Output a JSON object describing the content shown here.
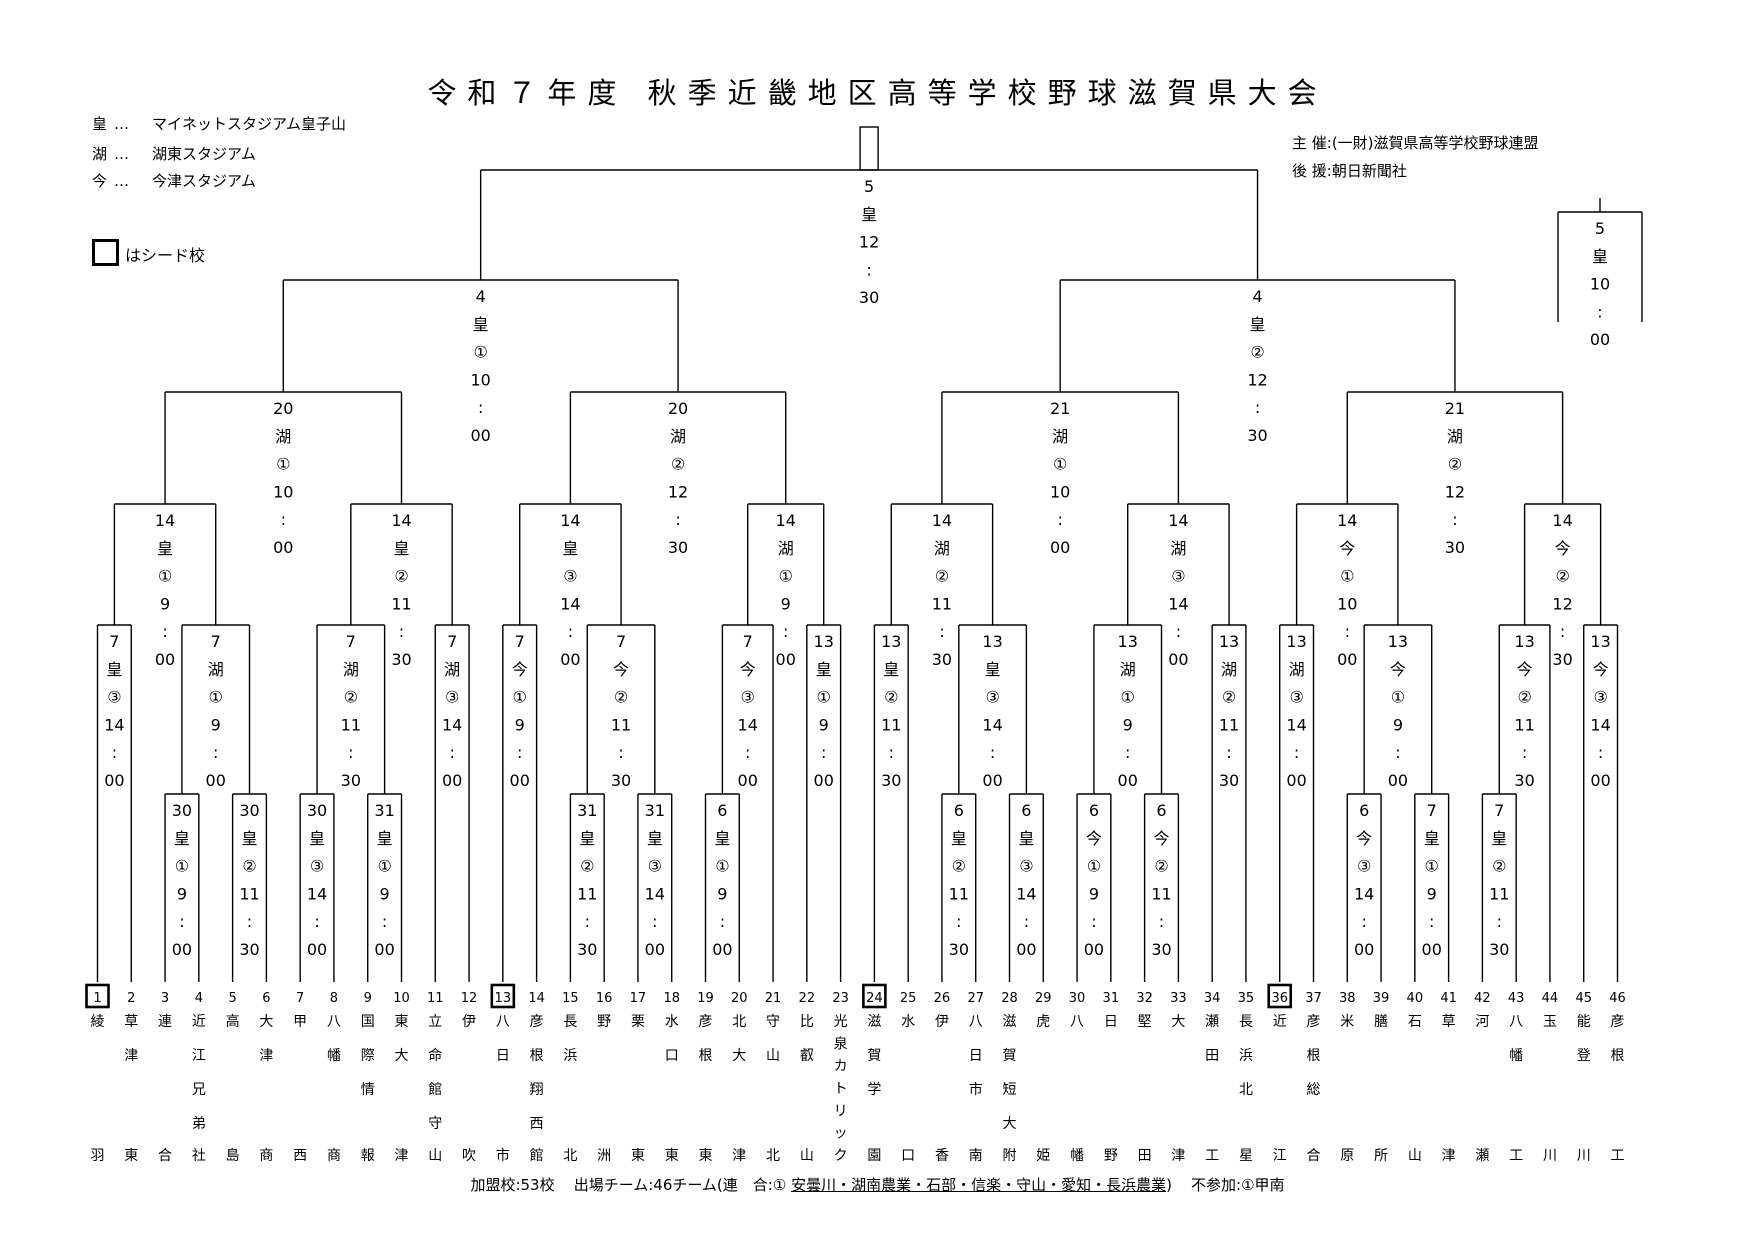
{
  "title": "令和７年度 秋季近畿地区高等学校野球滋賀県大会",
  "venues": [
    {
      "abbr": "皇",
      "sep": "…",
      "name": "マイネットスタジアム皇子山"
    },
    {
      "abbr": "湖",
      "sep": "…",
      "name": "湖東スタジアム"
    },
    {
      "abbr": "今",
      "sep": "…",
      "name": "今津スタジアム"
    }
  ],
  "seed_note": "はシード校",
  "organizer": {
    "label": "主 催",
    "value": ":(一財)滋賀県高等学校野球連盟"
  },
  "sponsor": {
    "label": "後 援",
    "value": ":朝日新聞社"
  },
  "footer": {
    "members": "加盟校:53校",
    "teams": "出場チーム:46チーム(連　合:①",
    "combined": "安曇川・湖南農業・石部・信楽・守山・愛知・長浜農業",
    "close": ")",
    "absent": "不参加:①甲南"
  },
  "bracket": {
    "teams": [
      {
        "no": "1",
        "name": "綾羽",
        "seed": true
      },
      {
        "no": "2",
        "name": "草津東",
        "seed": false
      },
      {
        "no": "3",
        "name": "連合",
        "seed": false
      },
      {
        "no": "4",
        "name": "近江兄弟社",
        "seed": false
      },
      {
        "no": "5",
        "name": "高島",
        "seed": false
      },
      {
        "no": "6",
        "name": "大津商",
        "seed": false
      },
      {
        "no": "7",
        "name": "甲西",
        "seed": false
      },
      {
        "no": "8",
        "name": "八幡商",
        "seed": false
      },
      {
        "no": "9",
        "name": "国際情報",
        "seed": false
      },
      {
        "no": "10",
        "name": "東大津",
        "seed": false
      },
      {
        "no": "11",
        "name": "立命館守山",
        "seed": false
      },
      {
        "no": "12",
        "name": "伊吹",
        "seed": false
      },
      {
        "no": "13",
        "name": "八日市",
        "seed": true
      },
      {
        "no": "14",
        "name": "彦根翔西館",
        "seed": false
      },
      {
        "no": "15",
        "name": "長浜北",
        "seed": false
      },
      {
        "no": "16",
        "name": "野洲",
        "seed": false
      },
      {
        "no": "17",
        "name": "栗東",
        "seed": false
      },
      {
        "no": "18",
        "name": "水口東",
        "seed": false
      },
      {
        "no": "19",
        "name": "彦根東",
        "seed": false
      },
      {
        "no": "20",
        "name": "北大津",
        "seed": false
      },
      {
        "no": "21",
        "name": "守山北",
        "seed": false
      },
      {
        "no": "22",
        "name": "比叡山",
        "seed": false
      },
      {
        "no": "23",
        "name": "光泉カトリック",
        "seed": false
      },
      {
        "no": "24",
        "name": "滋賀学園",
        "seed": true
      },
      {
        "no": "25",
        "name": "水口",
        "seed": false
      },
      {
        "no": "26",
        "name": "伊香",
        "seed": false
      },
      {
        "no": "27",
        "name": "八日市南",
        "seed": false
      },
      {
        "no": "28",
        "name": "滋賀短大附",
        "seed": false
      },
      {
        "no": "29",
        "name": "虎姫",
        "seed": false
      },
      {
        "no": "30",
        "name": "八幡",
        "seed": false
      },
      {
        "no": "31",
        "name": "日野",
        "seed": false
      },
      {
        "no": "32",
        "name": "堅田",
        "seed": false
      },
      {
        "no": "33",
        "name": "大津",
        "seed": false
      },
      {
        "no": "34",
        "name": "瀬田工",
        "seed": false
      },
      {
        "no": "35",
        "name": "長浜北星",
        "seed": false
      },
      {
        "no": "36",
        "name": "近江",
        "seed": true
      },
      {
        "no": "37",
        "name": "彦根総合",
        "seed": false
      },
      {
        "no": "38",
        "name": "米原",
        "seed": false
      },
      {
        "no": "39",
        "name": "膳所",
        "seed": false
      },
      {
        "no": "40",
        "name": "石山",
        "seed": false
      },
      {
        "no": "41",
        "name": "草津",
        "seed": false
      },
      {
        "no": "42",
        "name": "河瀬",
        "seed": false
      },
      {
        "no": "43",
        "name": "八幡工",
        "seed": false
      },
      {
        "no": "44",
        "name": "玉川",
        "seed": false
      },
      {
        "no": "45",
        "name": "能登川",
        "seed": false
      },
      {
        "no": "46",
        "name": "彦根工",
        "seed": false
      }
    ],
    "matches": [
      {
        "id": "r1-3-4",
        "a": "t3",
        "b": "t4",
        "label": [
          "30",
          "皇",
          "①",
          "9",
          ":",
          "00"
        ]
      },
      {
        "id": "r1-5-6",
        "a": "t5",
        "b": "t6",
        "label": [
          "30",
          "皇",
          "②",
          "11",
          ":",
          "30"
        ]
      },
      {
        "id": "r1-7-8",
        "a": "t7",
        "b": "t8",
        "label": [
          "30",
          "皇",
          "③",
          "14",
          ":",
          "00"
        ]
      },
      {
        "id": "r1-9-10",
        "a": "t9",
        "b": "t10",
        "label": [
          "31",
          "皇",
          "①",
          "9",
          ":",
          "00"
        ]
      },
      {
        "id": "r1-15-16",
        "a": "t15",
        "b": "t16",
        "label": [
          "31",
          "皇",
          "②",
          "11",
          ":",
          "30"
        ]
      },
      {
        "id": "r1-17-18",
        "a": "t17",
        "b": "t18",
        "label": [
          "31",
          "皇",
          "③",
          "14",
          ":",
          "00"
        ]
      },
      {
        "id": "r1-19-20",
        "a": "t19",
        "b": "t20",
        "label": [
          "6",
          "皇",
          "①",
          "9",
          ":",
          "00"
        ]
      },
      {
        "id": "r1-26-27",
        "a": "t26",
        "b": "t27",
        "label": [
          "6",
          "皇",
          "②",
          "11",
          ":",
          "30"
        ]
      },
      {
        "id": "r1-28-29",
        "a": "t28",
        "b": "t29",
        "label": [
          "6",
          "皇",
          "③",
          "14",
          ":",
          "00"
        ]
      },
      {
        "id": "r1-30-31",
        "a": "t30",
        "b": "t31",
        "label": [
          "6",
          "今",
          "①",
          "9",
          ":",
          "00"
        ]
      },
      {
        "id": "r1-32-33",
        "a": "t32",
        "b": "t33",
        "label": [
          "6",
          "今",
          "②",
          "11",
          ":",
          "30"
        ]
      },
      {
        "id": "r1-38-39",
        "a": "t38",
        "b": "t39",
        "label": [
          "6",
          "今",
          "③",
          "14",
          ":",
          "00"
        ]
      },
      {
        "id": "r1-40-41",
        "a": "t40",
        "b": "t41",
        "label": [
          "7",
          "皇",
          "①",
          "9",
          ":",
          "00"
        ]
      },
      {
        "id": "r1-42-43",
        "a": "t42",
        "b": "t43",
        "label": [
          "7",
          "皇",
          "②",
          "11",
          ":",
          "30"
        ]
      },
      {
        "id": "r2-a",
        "a": "t1",
        "b": "t2",
        "label": [
          "7",
          "皇",
          "③",
          "14",
          ":",
          "00"
        ]
      },
      {
        "id": "r2-b",
        "a": "r1-3-4",
        "b": "r1-5-6",
        "label": [
          "7",
          "湖",
          "①",
          "9",
          ":",
          "00"
        ]
      },
      {
        "id": "r2-c",
        "a": "r1-7-8",
        "b": "r1-9-10",
        "label": [
          "7",
          "湖",
          "②",
          "11",
          ":",
          "30"
        ]
      },
      {
        "id": "r2-d",
        "a": "t11",
        "b": "t12",
        "label": [
          "7",
          "湖",
          "③",
          "14",
          ":",
          "00"
        ]
      },
      {
        "id": "r2-e",
        "a": "t13",
        "b": "t14",
        "label": [
          "7",
          "今",
          "①",
          "9",
          ":",
          "00"
        ]
      },
      {
        "id": "r2-f",
        "a": "r1-15-16",
        "b": "r1-17-18",
        "label": [
          "7",
          "今",
          "②",
          "11",
          ":",
          "30"
        ]
      },
      {
        "id": "r2-g",
        "a": "r1-19-20",
        "b": "t21",
        "label": [
          "7",
          "今",
          "③",
          "14",
          ":",
          "00"
        ]
      },
      {
        "id": "r2-h",
        "a": "t22",
        "b": "t23",
        "label": [
          "13",
          "皇",
          "①",
          "9",
          ":",
          "00"
        ]
      },
      {
        "id": "r2-i",
        "a": "t24",
        "b": "t25",
        "label": [
          "13",
          "皇",
          "②",
          "11",
          ":",
          "30"
        ]
      },
      {
        "id": "r2-j",
        "a": "r1-26-27",
        "b": "r1-28-29",
        "label": [
          "13",
          "皇",
          "③",
          "14",
          ":",
          "00"
        ]
      },
      {
        "id": "r2-k",
        "a": "r1-30-31",
        "b": "r1-32-33",
        "label": [
          "13",
          "湖",
          "①",
          "9",
          ":",
          "00"
        ]
      },
      {
        "id": "r2-l",
        "a": "t34",
        "b": "t35",
        "label": [
          "13",
          "湖",
          "②",
          "11",
          ":",
          "30"
        ]
      },
      {
        "id": "r2-m",
        "a": "t36",
        "b": "t37",
        "label": [
          "13",
          "湖",
          "③",
          "14",
          ":",
          "00"
        ]
      },
      {
        "id": "r2-n",
        "a": "r1-38-39",
        "b": "r1-40-41",
        "label": [
          "13",
          "今",
          "①",
          "9",
          ":",
          "00"
        ]
      },
      {
        "id": "r2-o",
        "a": "r1-42-43",
        "b": "t44",
        "label": [
          "13",
          "今",
          "②",
          "11",
          ":",
          "30"
        ]
      },
      {
        "id": "r2-p",
        "a": "t45",
        "b": "t46",
        "label": [
          "13",
          "今",
          "③",
          "14",
          ":",
          "00"
        ]
      },
      {
        "id": "r3-a",
        "a": "r2-a",
        "b": "r2-b",
        "label": [
          "14",
          "皇",
          "①",
          "9",
          ":",
          "00"
        ]
      },
      {
        "id": "r3-b",
        "a": "r2-c",
        "b": "r2-d",
        "label": [
          "14",
          "皇",
          "②",
          "11",
          ":",
          "30"
        ]
      },
      {
        "id": "r3-c",
        "a": "r2-e",
        "b": "r2-f",
        "label": [
          "14",
          "皇",
          "③",
          "14",
          ":",
          "00"
        ]
      },
      {
        "id": "r3-d",
        "a": "r2-g",
        "b": "r2-h",
        "label": [
          "14",
          "湖",
          "①",
          "9",
          ":",
          "00"
        ]
      },
      {
        "id": "r3-e",
        "a": "r2-i",
        "b": "r2-j",
        "label": [
          "14",
          "湖",
          "②",
          "11",
          ":",
          "30"
        ]
      },
      {
        "id": "r3-f",
        "a": "r2-k",
        "b": "r2-l",
        "label": [
          "14",
          "湖",
          "③",
          "14",
          ":",
          "00"
        ]
      },
      {
        "id": "r3-g",
        "a": "r2-m",
        "b": "r2-n",
        "label": [
          "14",
          "今",
          "①",
          "10",
          ":",
          "00"
        ]
      },
      {
        "id": "r3-h",
        "a": "r2-o",
        "b": "r2-p",
        "label": [
          "14",
          "今",
          "②",
          "12",
          ":",
          "30"
        ]
      },
      {
        "id": "qf-a",
        "a": "r3-a",
        "b": "r3-b",
        "label": [
          "20",
          "湖",
          "①",
          "10",
          ":",
          "00"
        ]
      },
      {
        "id": "qf-b",
        "a": "r3-c",
        "b": "r3-d",
        "label": [
          "20",
          "湖",
          "②",
          "12",
          ":",
          "30"
        ]
      },
      {
        "id": "qf-c",
        "a": "r3-e",
        "b": "r3-f",
        "label": [
          "21",
          "湖",
          "①",
          "10",
          ":",
          "00"
        ]
      },
      {
        "id": "qf-d",
        "a": "r3-g",
        "b": "r3-h",
        "label": [
          "21",
          "湖",
          "②",
          "12",
          ":",
          "30"
        ]
      },
      {
        "id": "sf-a",
        "a": "qf-a",
        "b": "qf-b",
        "label": [
          "4",
          "皇",
          "①",
          "10",
          ":",
          "00"
        ]
      },
      {
        "id": "sf-b",
        "a": "qf-c",
        "b": "qf-d",
        "label": [
          "4",
          "皇",
          "②",
          "12",
          ":",
          "30"
        ]
      },
      {
        "id": "final",
        "a": "sf-a",
        "b": "sf-b",
        "label": [
          "5",
          "皇",
          "12",
          ":",
          "30"
        ]
      }
    ],
    "third_place": {
      "label": [
        "5",
        "皇",
        "10",
        ":",
        "00"
      ]
    }
  }
}
